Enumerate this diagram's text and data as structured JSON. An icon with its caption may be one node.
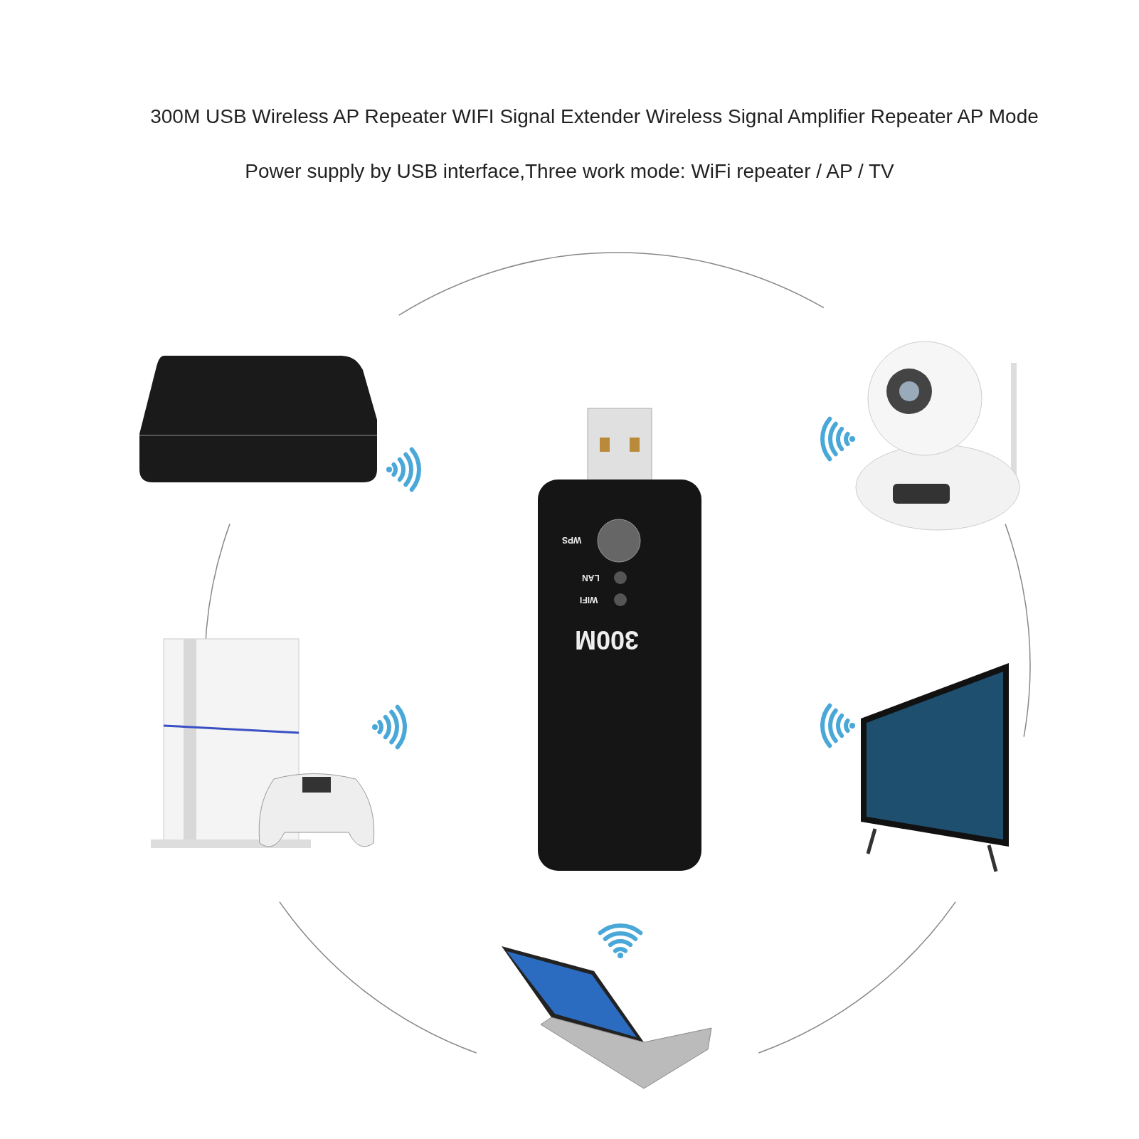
{
  "diagram": {
    "title": "300M USB Wireless AP Repeater WIFI Signal Extender Wireless Signal Amplifier Repeater AP Mode",
    "labels": [
      "Power supply by USB interface,Three work mode: WiFi repeater / AP / TV",
      "WPS",
      "LAN",
      "WIFI",
      "300M"
    ]
  }
}
